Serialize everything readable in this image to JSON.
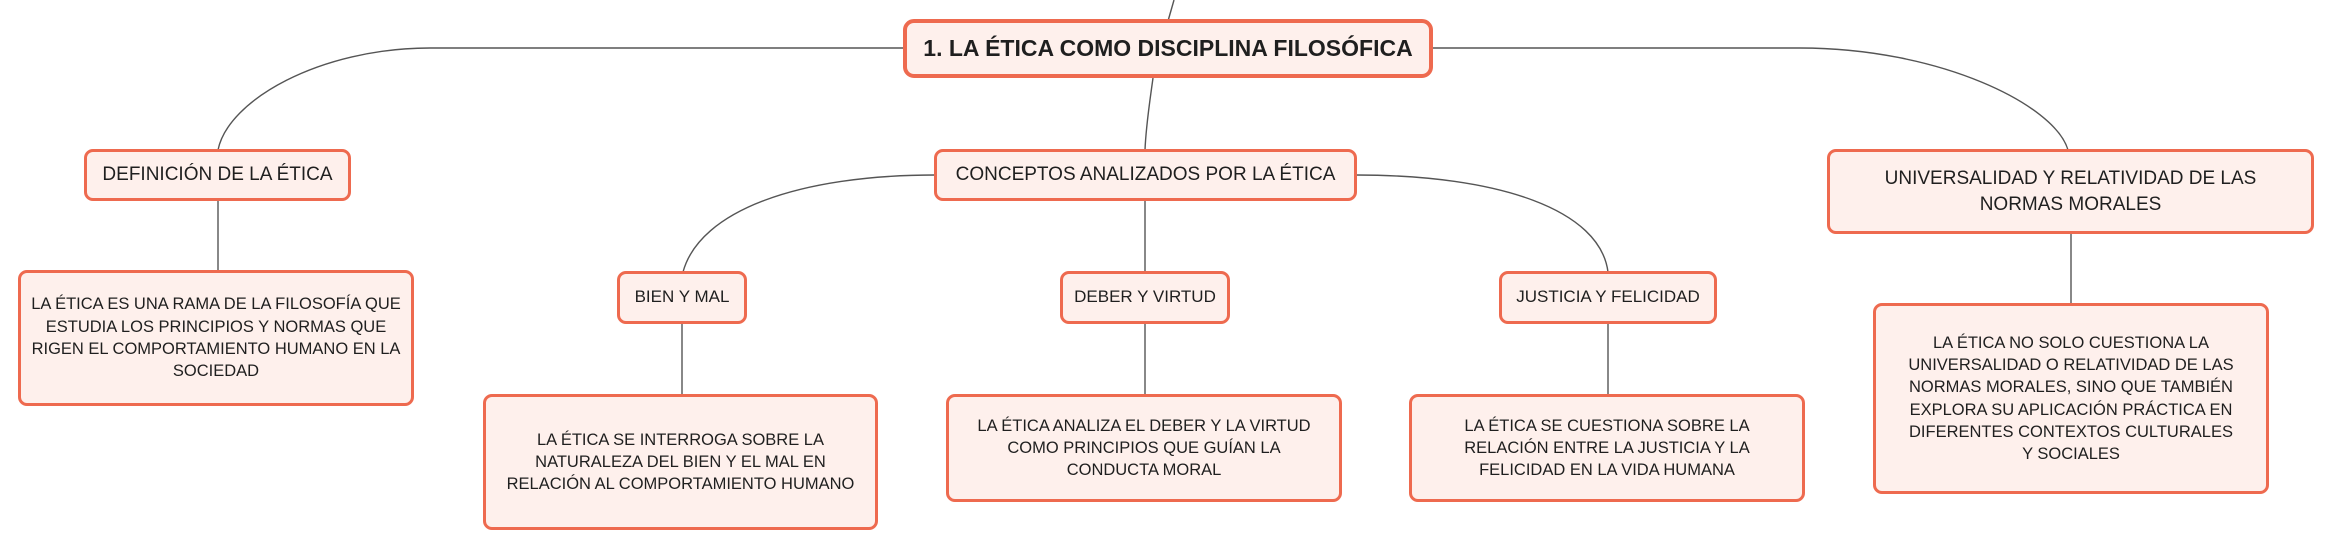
{
  "root": {
    "label": "1. LA ÉTICA COMO DISCIPLINA FILOSÓFICA"
  },
  "branches": {
    "definicion": {
      "label": "DEFINICIÓN DE LA ÉTICA",
      "detail": "LA ÉTICA ES UNA RAMA DE LA FILOSOFÍA QUE ESTUDIA LOS PRINCIPIOS Y NORMAS QUE RIGEN EL COMPORTAMIENTO HUMANO EN LA SOCIEDAD"
    },
    "conceptos": {
      "label": "CONCEPTOS ANALIZADOS POR LA ÉTICA",
      "children": {
        "bien_mal": {
          "label": "BIEN Y MAL",
          "detail": "LA ÉTICA SE INTERROGA SOBRE LA NATURALEZA DEL BIEN Y EL MAL EN RELACIÓN AL COMPORTAMIENTO HUMANO"
        },
        "deber_virtud": {
          "label": "DEBER Y VIRTUD",
          "detail": "LA ÉTICA ANALIZA EL DEBER Y LA VIRTUD COMO PRINCIPIOS QUE GUÍAN LA CONDUCTA MORAL"
        },
        "justicia_felicidad": {
          "label": "JUSTICIA Y FELICIDAD",
          "detail": "LA ÉTICA SE CUESTIONA SOBRE LA RELACIÓN ENTRE LA JUSTICIA Y LA FELICIDAD EN LA VIDA HUMANA"
        }
      }
    },
    "universalidad": {
      "label": "UNIVERSALIDAD Y RELATIVIDAD DE LAS NORMAS MORALES",
      "detail": "LA ÉTICA NO SOLO CUESTIONA LA UNIVERSALIDAD O RELATIVIDAD DE LAS NORMAS MORALES, SINO QUE TAMBIÉN EXPLORA SU APLICACIÓN PRÁCTICA EN DIFERENTES CONTEXTOS CULTURALES Y SOCIALES"
    }
  },
  "colors": {
    "node_border": "#ee6a4f",
    "node_fill": "#fef0ec",
    "connector": "#555555"
  }
}
